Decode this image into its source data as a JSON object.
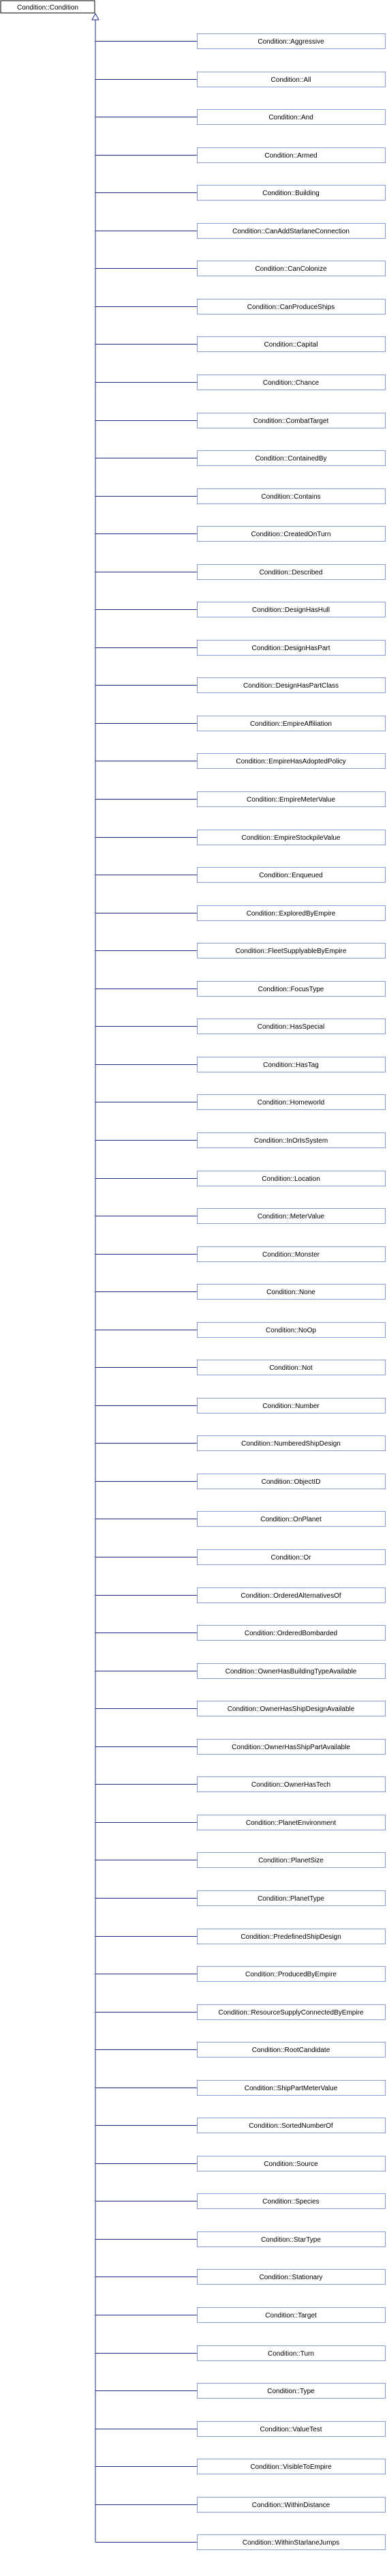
{
  "diagram": {
    "root": "Condition::Condition",
    "children": [
      "Condition::Aggressive",
      "Condition::All",
      "Condition::And",
      "Condition::Armed",
      "Condition::Building",
      "Condition::CanAddStarlaneConnection",
      "Condition::CanColonize",
      "Condition::CanProduceShips",
      "Condition::Capital",
      "Condition::Chance",
      "Condition::CombatTarget",
      "Condition::ContainedBy",
      "Condition::Contains",
      "Condition::CreatedOnTurn",
      "Condition::Described",
      "Condition::DesignHasHull",
      "Condition::DesignHasPart",
      "Condition::DesignHasPartClass",
      "Condition::EmpireAffiliation",
      "Condition::EmpireHasAdoptedPolicy",
      "Condition::EmpireMeterValue",
      "Condition::EmpireStockpileValue",
      "Condition::Enqueued",
      "Condition::ExploredByEmpire",
      "Condition::FleetSupplyableByEmpire",
      "Condition::FocusType",
      "Condition::HasSpecial",
      "Condition::HasTag",
      "Condition::Homeworld",
      "Condition::InOrIsSystem",
      "Condition::Location",
      "Condition::MeterValue",
      "Condition::Monster",
      "Condition::None",
      "Condition::NoOp",
      "Condition::Not",
      "Condition::Number",
      "Condition::NumberedShipDesign",
      "Condition::ObjectID",
      "Condition::OnPlanet",
      "Condition::Or",
      "Condition::OrderedAlternativesOf",
      "Condition::OrderedBombarded",
      "Condition::OwnerHasBuildingTypeAvailable",
      "Condition::OwnerHasShipDesignAvailable",
      "Condition::OwnerHasShipPartAvailable",
      "Condition::OwnerHasTech",
      "Condition::PlanetEnvironment",
      "Condition::PlanetSize",
      "Condition::PlanetType",
      "Condition::PredefinedShipDesign",
      "Condition::ProducedByEmpire",
      "Condition::ResourceSupplyConnectedByEmpire",
      "Condition::RootCandidate",
      "Condition::ShipPartMeterValue",
      "Condition::SortedNumberOf",
      "Condition::Source",
      "Condition::Species",
      "Condition::StarType",
      "Condition::Stationary",
      "Condition::Target",
      "Condition::Turn",
      "Condition::Type",
      "Condition::ValueTest",
      "Condition::VisibleToEmpire",
      "Condition::WithinDistance",
      "Condition::WithinStarlaneJumps"
    ]
  }
}
